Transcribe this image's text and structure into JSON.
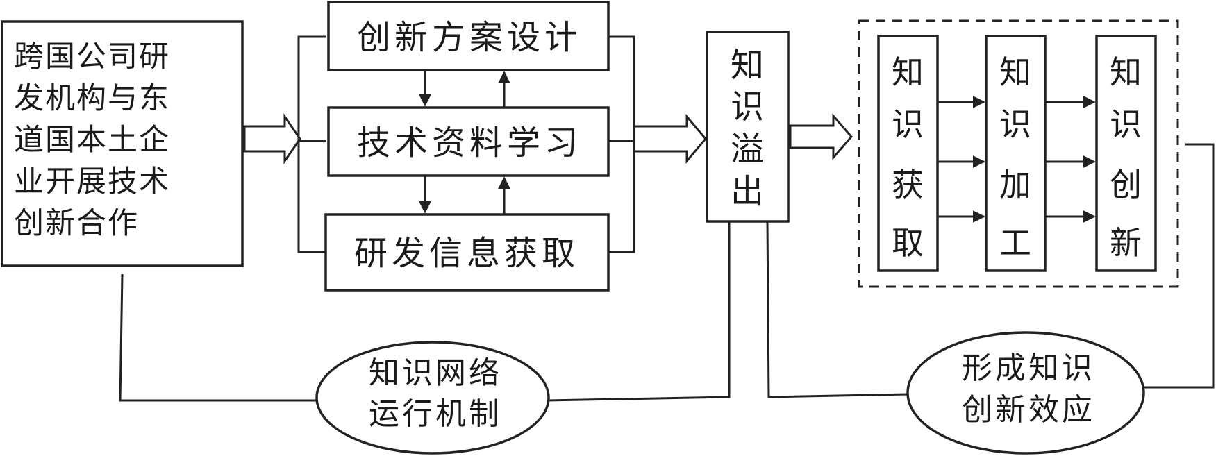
{
  "nodes": {
    "source": [
      "跨国公司研",
      "发机构与东",
      "道国本土企",
      "业开展技术",
      "创新合作"
    ],
    "design": "创新方案设计",
    "study": "技术资料学习",
    "info": "研发信息获取",
    "spillover": [
      "知",
      "识",
      "溢",
      "出"
    ],
    "acquire": [
      "知",
      "识",
      "获",
      "取"
    ],
    "process": [
      "知",
      "识",
      "加",
      "工"
    ],
    "innovate": [
      "知",
      "识",
      "创",
      "新"
    ],
    "network": [
      "知识网络",
      "运行机制"
    ],
    "effect": [
      "形成知识",
      "创新效应"
    ]
  }
}
